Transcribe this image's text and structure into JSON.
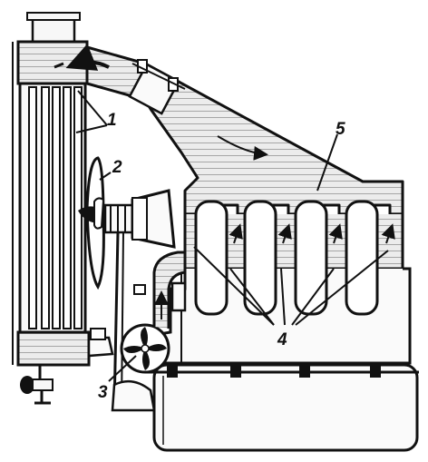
{
  "callouts": {
    "radiator_tubes": "1",
    "fan": "2",
    "water_pump": "3",
    "cylinder_jackets": "4",
    "head_water_jacket": "5"
  },
  "colors": {
    "ink": "#111111",
    "coolant_fill": "#e9e9e9",
    "metal_fill": "#f7f7f7",
    "paper": "#ffffff"
  },
  "icons": [
    "flow-arrow-icon",
    "cylinder-icon",
    "fan-blade-icon",
    "impeller-icon",
    "drain-valve-icon"
  ]
}
